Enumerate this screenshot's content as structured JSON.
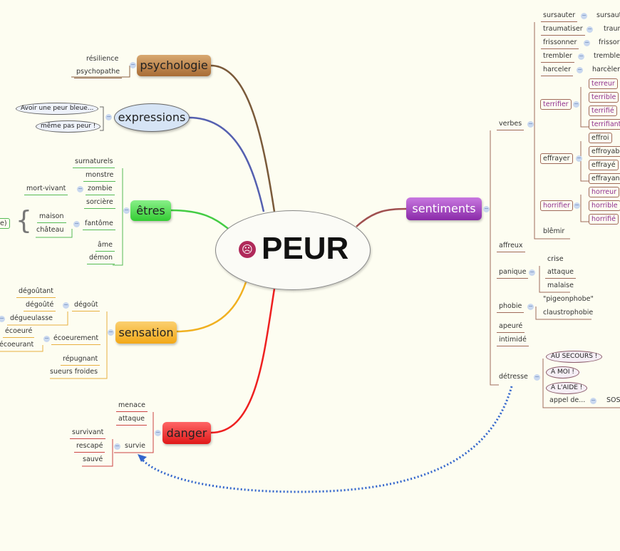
{
  "center": {
    "title": "PEUR",
    "icon": "scared-face-icon"
  },
  "psychologie": {
    "label": "psychologie",
    "children": [
      "résilience",
      "psychopathe"
    ],
    "color": "#b07a45"
  },
  "expressions": {
    "label": "expressions",
    "children": [
      "Avoir une peur bleue...",
      "même pas peur !"
    ],
    "color": "#d6e4f5"
  },
  "etres": {
    "label": "êtres",
    "color": "#44dd44",
    "children": [
      "surnaturels",
      "monstre",
      "zombie",
      "sorcière",
      "fantôme",
      "âme",
      "démon"
    ],
    "zombie_child": "mort-vivant",
    "fantome_children": [
      "maison",
      "château"
    ],
    "cut_off": "e)"
  },
  "sensation": {
    "label": "sensation",
    "color": "#f6b830",
    "degout": "dégoût",
    "degout_children": [
      "dégoûtant",
      "dégoûté",
      "dégueulasse"
    ],
    "ecoeurement": "écoeurement",
    "ecoeurement_children": [
      "écoeuré",
      "écoeurant"
    ],
    "others": [
      "répugnant",
      "sueurs froides"
    ]
  },
  "danger": {
    "label": "danger",
    "color": "#ee2222",
    "children": [
      "menace",
      "attaque"
    ],
    "survie": "survie",
    "survie_children": [
      "survivant",
      "rescapé",
      "sauvé"
    ]
  },
  "sentiments": {
    "label": "sentiments",
    "color": "#a040c0",
    "verbes": "verbes",
    "verb_pairs": [
      [
        "sursauter",
        "sursaut"
      ],
      [
        "traumatiser",
        "traum"
      ],
      [
        "frissonner",
        "frissor"
      ],
      [
        "trembler",
        "tremble"
      ],
      [
        "harceler",
        "harcèler"
      ]
    ],
    "terrifier": "terrifier",
    "terrifier_children": [
      "terreur",
      "terrible",
      "terrifié",
      "terrifiant"
    ],
    "effrayer": "effrayer",
    "effrayer_children": [
      "effroi",
      "effroyab",
      "effrayé",
      "effrayan"
    ],
    "horrifier": "horrifier",
    "horrifier_children": [
      "horreur",
      "horrible",
      "horrifié"
    ],
    "blemir": "blêmir",
    "affreux": "affreux",
    "panique": "panique",
    "panique_children": [
      "crise",
      "attaque",
      "malaise"
    ],
    "phobie": "phobie",
    "phobie_children": [
      "\"pigeonphobe\"",
      "claustrophobie"
    ],
    "apeure": "apeuré",
    "intimide": "intimidé",
    "detresse": "détresse",
    "detresse_children": [
      "AU SECOURS !",
      "A MOI !",
      "A L'AIDE !"
    ],
    "appel": "appel de...",
    "sos": "SOS"
  }
}
